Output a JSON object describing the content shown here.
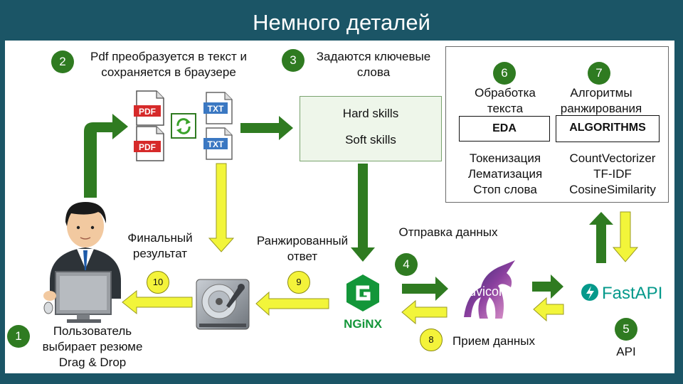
{
  "title": "Немного деталей",
  "steps": {
    "s1": {
      "num": "1",
      "text": "Пользователь выбирает резюме Drag & Drop"
    },
    "s2": {
      "num": "2",
      "text": "Pdf преобразуется в текст и сохраняется в браузере"
    },
    "s3": {
      "num": "3",
      "text": "Задаются ключевые слова"
    },
    "s4": {
      "num": "4",
      "text": "Отправка данных"
    },
    "s5": {
      "num": "5",
      "text": "API"
    },
    "s6": {
      "num": "6",
      "text": "Обработка текста"
    },
    "s7": {
      "num": "7",
      "text": "Алгоритмы ранжирования"
    },
    "s8": {
      "num": "8",
      "text": "Прием данных"
    },
    "s9": {
      "num": "9",
      "text": "Ранжированный ответ"
    },
    "s10": {
      "num": "10",
      "text": "Финальный результат"
    }
  },
  "skills": [
    "Hard skills",
    "Soft skills"
  ],
  "eda": {
    "label": "EDA",
    "items": [
      "Токенизация",
      "Лематизация",
      "Стоп слова"
    ]
  },
  "algorithms": {
    "label": "ALGORITHMS",
    "items": [
      "CountVectorizer",
      "TF-IDF",
      "CosineSimilarity"
    ]
  },
  "logos": {
    "pdf": "PDF",
    "txt": "TXT",
    "nginx": "NGiNX",
    "uvicorn": "uvicorn",
    "fastapi": "FastAPI"
  },
  "colors": {
    "background": "#1b5566",
    "green_arrow": "#2f7b21",
    "yellow_arrow": "#f2f53a",
    "nginx": "#139639",
    "fastapi": "#05998b",
    "pdf_red": "#d62a2a",
    "txt_blue": "#3b78c2"
  }
}
